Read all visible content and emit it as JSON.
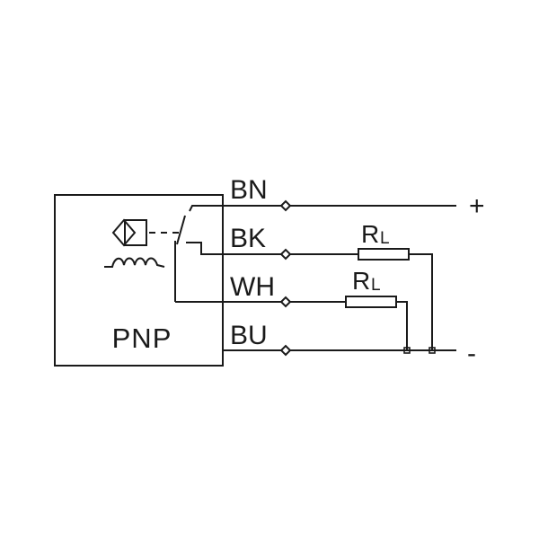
{
  "sensor": {
    "type_label": "PNP"
  },
  "wires": [
    {
      "label": "BN"
    },
    {
      "label": "BK"
    },
    {
      "label": "WH"
    },
    {
      "label": "BU"
    }
  ],
  "loads": [
    {
      "symbol": "R",
      "subscript": "L"
    },
    {
      "symbol": "R",
      "subscript": "L"
    }
  ],
  "supply": {
    "positive": "+",
    "negative": "-"
  },
  "colors": {
    "line": "#1a1a1a",
    "background": "#ffffff"
  }
}
